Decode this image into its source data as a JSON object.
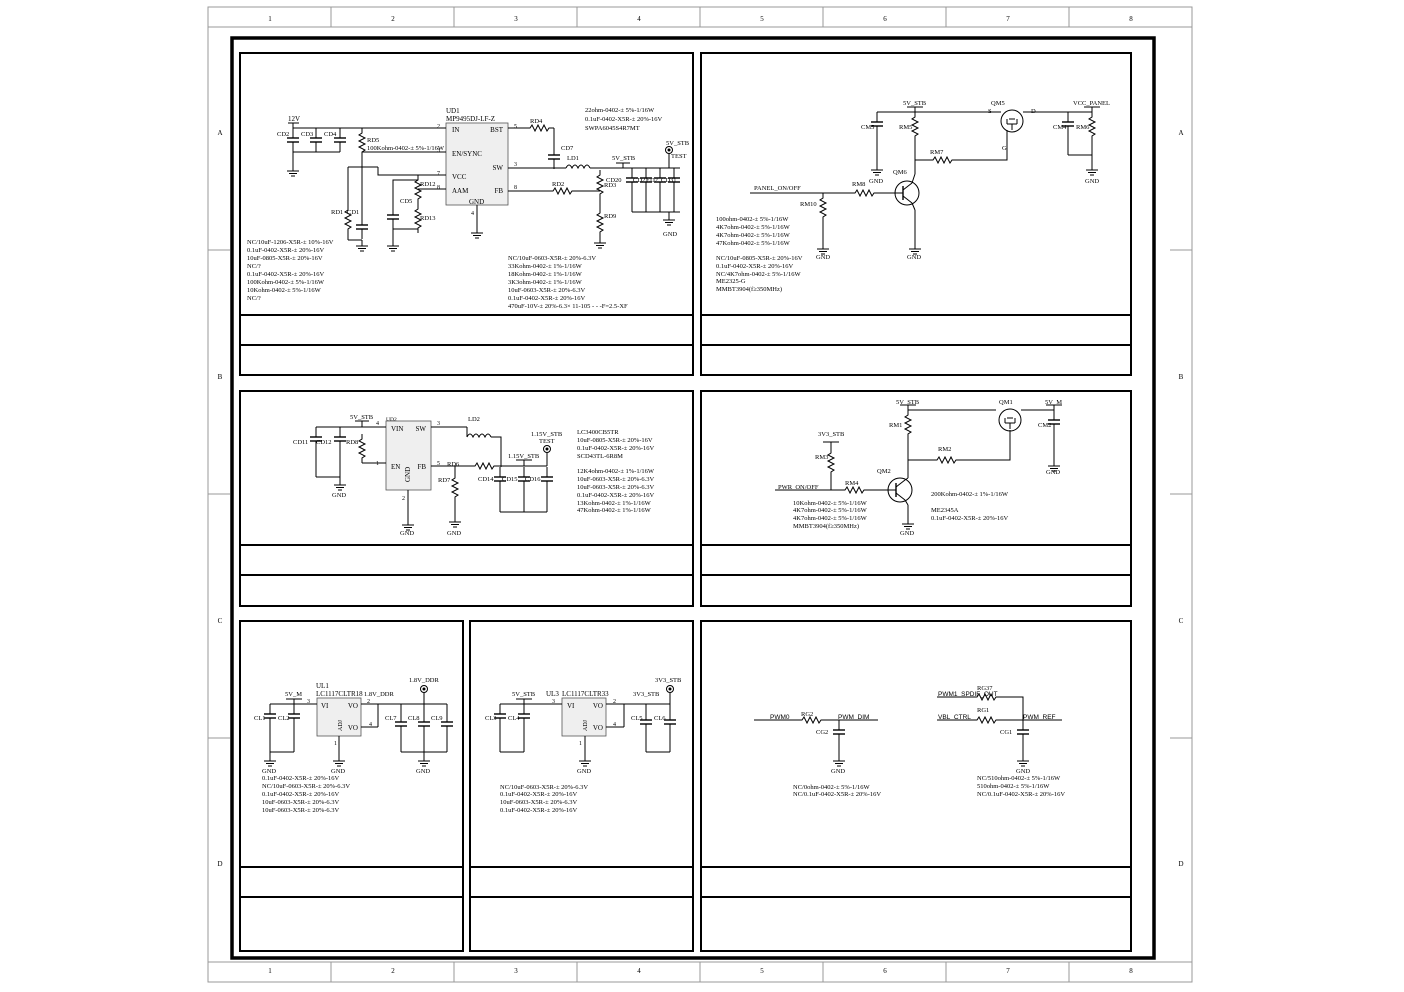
{
  "frame": {
    "col_numbers": [
      "1",
      "2",
      "3",
      "4",
      "5",
      "6",
      "7",
      "8"
    ],
    "row_letters": [
      "A",
      "B",
      "C",
      "D"
    ]
  },
  "block1": {
    "ic_ref": "UD1",
    "ic_part": "MP9495DJ-LF-Z",
    "pins": {
      "in": "IN",
      "en": "EN/SYNC",
      "vcc": "VCC",
      "aam": "AAM",
      "bst": "BST",
      "sw": "SW",
      "fb": "FB",
      "gnd": "GND"
    },
    "pin_numbers": {
      "in": "2",
      "en": "3",
      "vcc": "7",
      "aam": "8",
      "bst": "5",
      "sw": "3",
      "fb": "8",
      "gnd": "4"
    },
    "net_in": "12V",
    "refs": {
      "cd2": "CD2",
      "cd3": "CD3",
      "cd4": "CD4",
      "rd5": "RD5",
      "rd1": "RD1",
      "cd1": "CD1",
      "rd12": "RD12",
      "cd5": "CD5",
      "rd13": "RD13",
      "rd4": "RD4",
      "cd7": "CD7",
      "ld1": "LD1",
      "rd2": "RD2",
      "rd3": "RD3",
      "rd9": "RD9",
      "cd20": "CD20",
      "cd21": "CD21",
      "ed2": "ED2",
      "cd31": "CD31"
    },
    "rd5_value": "100Kohm-0402-± 5%-1/16W",
    "top_notes": [
      "22ohm-0402-± 5%-1/16W",
      "0.1uF-0402-X5R-± 20%-16V",
      "SWPA6045S4R7MT"
    ],
    "net_5vstb": "5V_STB",
    "net_test_label": "5V_STB",
    "test": "TEST",
    "gnd": "GND",
    "notes_left": [
      "NC/10uF-1206-X5R-± 10%-16V",
      "0.1uF-0402-X5R-± 20%-16V",
      "10uF-0805-X5R-± 20%-16V",
      "NC/?",
      "0.1uF-0402-X5R-± 20%-16V",
      "100Kohm-0402-± 5%-1/16W",
      "10Kohm-0402-± 5%-1/16W",
      "NC/?"
    ],
    "notes_right": [
      "NC/10uF-0603-X5R-± 20%-6.3V",
      "33Kohm-0402-± 1%-1/16W",
      "18Kohm-0402-± 1%-1/16W",
      "3K3ohm-0402-± 1%-1/16W",
      "10uF-0603-X5R-± 20%-6.3V",
      "0.1uF-0402-X5R-± 20%-16V",
      "470uF-10V-± 20%-6.3× 11-105    -       -     -F=2.5-XF"
    ]
  },
  "block2": {
    "nets": {
      "stb": "5V_STB",
      "vcc_panel": "VCC_PANEL",
      "panel_onoff": "PANEL_ON/OFF",
      "gnd": "GND"
    },
    "refs": {
      "qm5": "QM5",
      "cm5": "CM5",
      "rm5": "RM5",
      "rm7": "RM7",
      "qm6": "QM6",
      "rm8": "RM8",
      "rm10": "RM10",
      "cm4": "CM4",
      "rm6": "RM6"
    },
    "pins": {
      "s": "S",
      "d": "D",
      "g": "G"
    },
    "notes": [
      "100ohm-0402-± 5%-1/16W",
      "4K7ohm-0402-± 5%-1/16W",
      "4K7ohm-0402-± 5%-1/16W",
      "47Kohm-0402-± 5%-1/16W",
      "",
      "NC/10uF-0805-X5R-± 20%-16V",
      "0.1uF-0402-X5R-± 20%-16V",
      "NC/4K7ohm-0402-± 5%-1/16W",
      "ME2325-G",
      "MMBT3904(f≥350MHz)"
    ]
  },
  "block3": {
    "ic_ref": "UD2",
    "pins": {
      "vin": "VIN",
      "sw": "SW",
      "en": "EN",
      "fb": "FB",
      "gnd": "GND"
    },
    "pin_numbers": {
      "vin": "4",
      "en": "1",
      "sw": "3",
      "fb": "5",
      "gnd": "2"
    },
    "net_5vstb": "5V_STB",
    "net_115": "1.15V_STB",
    "net_115b": "1.15V_STB",
    "test": "TEST",
    "gnd": "GND",
    "refs": {
      "cd11": "CD11",
      "cd12": "CD12",
      "rd8": "RD8",
      "ld2": "LD2",
      "rd6": "RD6",
      "rd7": "RD7",
      "cd14": "CD14",
      "cd15": "CD15",
      "cd16": "CD16"
    },
    "notes": [
      "LC3400CB5TR",
      "10uF-0805-X5R-± 20%-16V",
      "0.1uF-0402-X5R-± 20%-16V",
      "SCD43TL-6R8M",
      "",
      "12K4ohm-0402-± 1%-1/16W",
      "10uF-0603-X5R-± 20%-6.3V",
      "10uF-0603-X5R-± 20%-6.3V",
      "0.1uF-0402-X5R-± 20%-16V",
      "13Kohm-0402-± 1%-1/16W",
      "47Kohm-0402-± 1%-1/16W"
    ]
  },
  "block4": {
    "nets": {
      "stb": "5V_STB",
      "vm": "5V_M",
      "v3": "3V3_STB",
      "pwr": "PWR_ON/OFF",
      "gnd": "GND"
    },
    "refs": {
      "qm1": "QM1",
      "rm1": "RM1",
      "rm2": "RM2",
      "cm2": "CM2",
      "rm3": "RM3",
      "rm4": "RM4",
      "qm2": "QM2"
    },
    "notes_left": [
      "10Kohm-0402-± 5%-1/16W",
      "4K7ohm-0402-± 5%-1/16W",
      "4K7ohm-0402-± 5%-1/16W",
      "MMBT3904(f≥350MHz)"
    ],
    "notes_right": [
      "200Kohm-0402-± 1%-1/16W",
      "",
      "ME2345A",
      "0.1uF-0402-X5R-± 20%-16V"
    ]
  },
  "block5": {
    "ic_ref": "UL1",
    "ic_part": "LC1117CLTR18",
    "pins": {
      "vi": "VI",
      "vo": "VO",
      "vo2": "VO",
      "adj": "ADJ"
    },
    "pin_numbers": {
      "vi": "3",
      "vo": "2",
      "vo2": "4",
      "adj": "1"
    },
    "nets": {
      "vm": "5V_M",
      "v18": "1.8V_DDR",
      "v18t": "1.8V_DDR",
      "gnd": "GND"
    },
    "refs": {
      "cl1": "CL1",
      "cl2": "CL2",
      "cl7": "CL7",
      "cl8": "CL8",
      "cl9": "CL9"
    },
    "notes": [
      "0.1uF-0402-X5R-± 20%-16V",
      "NC/10uF-0603-X5R-± 20%-6.3V",
      "0.1uF-0402-X5R-± 20%-16V",
      "10uF-0603-X5R-± 20%-6.3V",
      "10uF-0603-X5R-± 20%-6.3V"
    ]
  },
  "block6": {
    "ic_ref": "UL3",
    "ic_part": "LC1117CLTR33",
    "pins": {
      "vi": "VI",
      "vo": "VO",
      "vo2": "VO",
      "adj": "ADJ"
    },
    "pin_numbers": {
      "vi": "3",
      "vo": "2",
      "vo2": "4",
      "adj": "1"
    },
    "nets": {
      "stb": "5V_STB",
      "v33": "3V3_STB",
      "v33t": "3V3_STB",
      "gnd": "GND"
    },
    "refs": {
      "cl3": "CL3",
      "cl4": "CL4",
      "cl5": "CL5",
      "cl6": "CL6"
    },
    "notes": [
      "NC/10uF-0603-X5R-± 20%-6.3V",
      "0.1uF-0402-X5R-± 20%-16V",
      "10uF-0603-X5R-± 20%-6.3V",
      "0.1uF-0402-X5R-± 20%-16V"
    ]
  },
  "block7": {
    "nets": {
      "pwm0": "PWM0",
      "pwm_dim": "PWM_DIM",
      "pwm1": "PWM1_SPDIF_OUT",
      "vbl": "VBL_CTRL",
      "pwm_ref": "PWM_REF",
      "gnd": "GND",
      "gnd2": "GND"
    },
    "refs": {
      "rg2": "RG2",
      "cg2": "CG2",
      "rg37": "RG37",
      "rg1": "RG1",
      "cg1": "CG1"
    },
    "notes_left": [
      "NC/0ohm-0402-± 5%-1/16W",
      "NC/0.1uF-0402-X5R-± 20%-16V"
    ],
    "notes_right": [
      "NC/510ohm-0402-± 5%-1/16W",
      "510ohm-0402-± 5%-1/16W",
      "NC/0.1uF-0402-X5R-± 20%-16V"
    ]
  }
}
